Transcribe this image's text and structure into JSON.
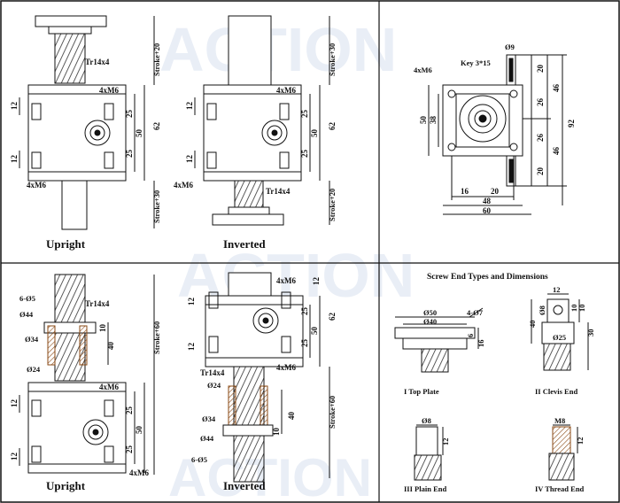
{
  "watermark": "ACTION",
  "q1": {
    "upright": {
      "caption": "Upright",
      "thread": "Tr14x4",
      "holes_top": "4xM6",
      "holes_bottom": "4xM6",
      "dim_a": "12",
      "dim_b": "12",
      "dim_c": "25",
      "dim_d": "25",
      "dim_e": "50",
      "dim_f": "62",
      "stroke_top": "Stroke+20",
      "stroke_bottom": "Stroke+30"
    },
    "inverted": {
      "caption": "Inverted",
      "thread": "Tr14x4",
      "holes_top": "4xM6",
      "holes_bottom": "4xM6",
      "dim_a": "12",
      "dim_b": "12",
      "dim_c": "25",
      "dim_d": "25",
      "dim_e": "50",
      "dim_f": "62",
      "stroke_top": "Stroke+30",
      "stroke_bottom": "Stroke+20"
    }
  },
  "q2": {
    "key": "Key 3*15",
    "dia9": "Ø9",
    "holes": "4xM6",
    "d50": "50",
    "d38": "38",
    "d20a": "20",
    "d46a": "46",
    "d26a": "26",
    "d26b": "26",
    "d46b": "46",
    "d20b": "20",
    "d92": "92",
    "d16": "16",
    "d20c": "20",
    "d48": "48",
    "d60": "60"
  },
  "q3": {
    "upright": {
      "caption": "Upright",
      "holes6": "6-Ø5",
      "dia44": "Ø44",
      "dia34": "Ø34",
      "dia24": "Ø24",
      "thread": "Tr14x4",
      "h10": "10",
      "h40": "40",
      "holes_mid": "4xM6",
      "holes_bottom": "4xM6",
      "dim_a": "12",
      "dim_b": "12",
      "dim_c": "25",
      "dim_d": "25",
      "dim_e": "50",
      "stroke": "Stroke+60"
    },
    "inverted": {
      "caption": "Inverted",
      "holes_top": "4xM6",
      "holes_bottom": "4xM6",
      "thread": "Tr14x4",
      "dia24": "Ø24",
      "dia34": "Ø34",
      "dia44": "Ø44",
      "holes6": "6-Ø5",
      "h10": "10",
      "h40": "40",
      "dim_a": "12",
      "dim_b": "12",
      "dim_c": "25",
      "dim_d": "25",
      "dim_e": "50",
      "dim_f": "62",
      "stroke": "Stroke+60"
    }
  },
  "q4": {
    "title": "Screw End Types and Dimensions",
    "top_plate": {
      "caption": "I  Top Plate",
      "d50": "Ø50",
      "d40": "Ø40",
      "holes": "4-Ø7",
      "h6": "6",
      "h16": "16"
    },
    "clevis": {
      "caption": "II  Clevis End",
      "w12": "12",
      "d8": "Ø8",
      "h10a": "10",
      "h10b": "10",
      "h40": "40",
      "d25": "Ø25",
      "h30": "30"
    },
    "plain": {
      "caption": "III  Plain End",
      "d8": "Ø8",
      "h12": "12"
    },
    "thread": {
      "caption": "IV  Thread End",
      "m8": "M8",
      "h12": "12"
    }
  }
}
